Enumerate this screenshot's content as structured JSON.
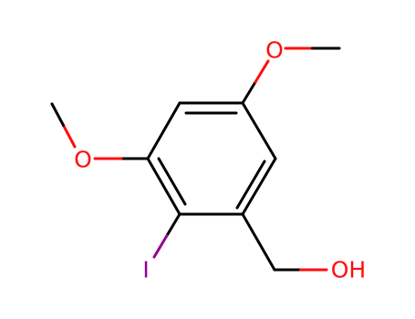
{
  "molecule": {
    "atoms": {
      "methoxy_top_O": {
        "text": "O",
        "color": "#ff0d0d"
      },
      "methoxy_left_O": {
        "text": "O",
        "color": "#ff0d0d"
      },
      "iodine": {
        "text": "I",
        "color": "#940094"
      },
      "hydroxyl": {
        "text": "OH",
        "color": "#ff0d0d"
      }
    },
    "colors": {
      "bond": "#000000",
      "oxygen": "#ff0d0d",
      "iodine": "#940094"
    }
  }
}
